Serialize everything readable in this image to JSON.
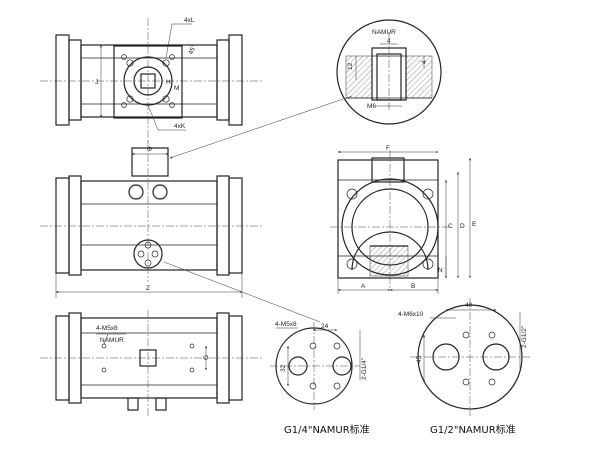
{
  "labels": {
    "four_x_l": "4xL",
    "four_x_k": "4xK",
    "j": "J",
    "h": "H",
    "m": "M",
    "angle": "45°",
    "phi": "Φ",
    "z": "Z",
    "f": "F",
    "c": "C",
    "d": "D",
    "e": "E",
    "n": "N",
    "a": "A",
    "b": "B",
    "g": "G",
    "namur": "NAMUR",
    "m5x8": "4-M5x8",
    "m5x8_b": "4-M5x8",
    "m6x10": "4-M6x10",
    "m6": "M6",
    "d4a": "4",
    "d4b": "4",
    "d12": "12",
    "d24": "24",
    "d32": "32",
    "d40": "40",
    "d45": "45",
    "g14": "2-G1/4\"",
    "g12": "2-G1/2\""
  },
  "captions": {
    "quarter": "G1/4\"NAMUR标准",
    "half": "G1/2\"NAMUR标准"
  }
}
